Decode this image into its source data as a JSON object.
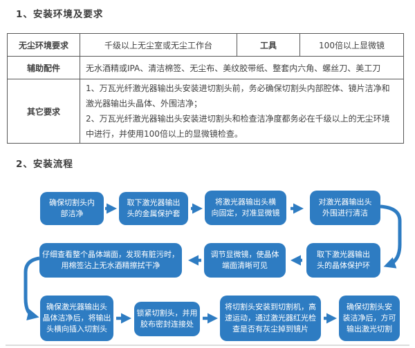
{
  "page": {
    "section1_title": "1、安装环境及要求",
    "section2_title": "2、安装流程"
  },
  "table": {
    "row1": {
      "label": "无尘环境要求",
      "value": "千级以上无尘室或无尘工作台",
      "label2": "工具",
      "value2": "100倍以上显微镜"
    },
    "row2": {
      "label": "辅助配件",
      "value": "无水酒精或IPA、清洁棉签、无尘布、美纹胶带纸、整套内六角、螺丝刀、美工刀"
    },
    "row3": {
      "label": "其它要求",
      "item1": "1、万瓦光纤激光器输出头安装进切割头前，务必确保切割头内部腔体、镜片洁净和\n激光器输出头晶体、外围洁净；",
      "item2": "2、万瓦光纤激光器输出头安装进切割头和检查洁净度都务必在千级以上的无尘环境\n中进行，并使用100倍以上的显微镜检查。"
    }
  },
  "flowchart": {
    "steps": [
      {
        "text": "确保切割头内\n部洁净"
      },
      {
        "text": "取下激光器输出\n头的金属保护套"
      },
      {
        "text": "将激光器输出头横\n向固定，对准显微镜"
      },
      {
        "text": "对激光器输出头\n外围进行清洁"
      },
      {
        "text": "取下激光器输出\n头的晶体保护环"
      },
      {
        "text": "调节显微镜，使晶体\n端面清晰可见"
      },
      {
        "text": "仔细查看整个晶体端面，发现有脏污时，\n用棉签沾上无水酒精擦拭干净"
      },
      {
        "text": "确保激光器输出头\n晶体洁净后，将输出\n头横向插入切割头"
      },
      {
        "text": "锁紧切割头，并用\n胶布密封连接处"
      },
      {
        "text": "将切割头安装到切割机，高\n速运动，通过激光器红光检\n查是否有灰尘掉到镜片"
      },
      {
        "text": "确保切割头安\n装洁净后，方可\n输出激光切割"
      }
    ]
  },
  "colors": {
    "box_blue": "#2e7cc2",
    "table_border": "#565656",
    "divider_gray": "#dcdcdc"
  }
}
